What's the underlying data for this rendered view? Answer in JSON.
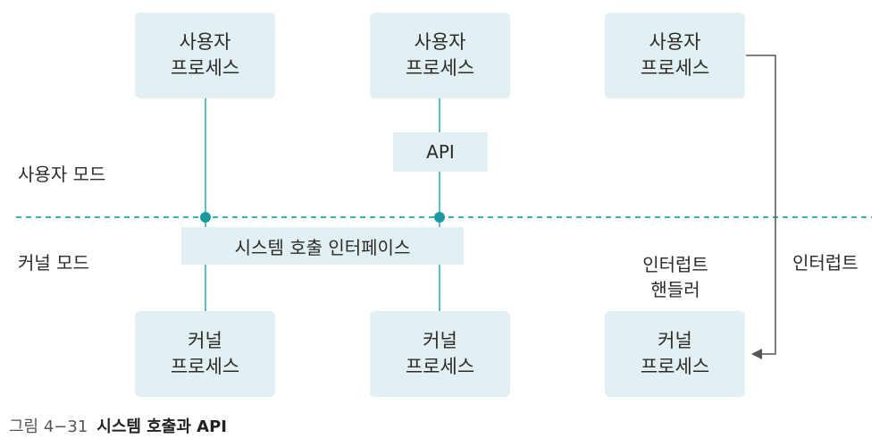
{
  "user_processes": [
    {
      "line1": "사용자",
      "line2": "프로세스"
    },
    {
      "line1": "사용자",
      "line2": "프로세스"
    },
    {
      "line1": "사용자",
      "line2": "프로세스"
    }
  ],
  "kernel_processes": [
    {
      "line1": "커널",
      "line2": "프로세스"
    },
    {
      "line1": "커널",
      "line2": "프로세스"
    },
    {
      "line1": "커널",
      "line2": "프로세스"
    }
  ],
  "api_label": "API",
  "syscall_interface_label": "시스템 호출 인터페이스",
  "user_mode_label": "사용자 모드",
  "kernel_mode_label": "커널 모드",
  "interrupt_handler": {
    "line1": "인터럽트",
    "line2": "핸들러"
  },
  "interrupt_label": "인터럽트",
  "caption": {
    "number": "그림 4−31",
    "title": "시스템 호출과 API"
  },
  "colors": {
    "box_fill": "#e3f0f3",
    "line": "#5bbfc3",
    "dot": "#1a9aa0",
    "dashed": "#3ab0b5",
    "arrow": "#555555"
  }
}
